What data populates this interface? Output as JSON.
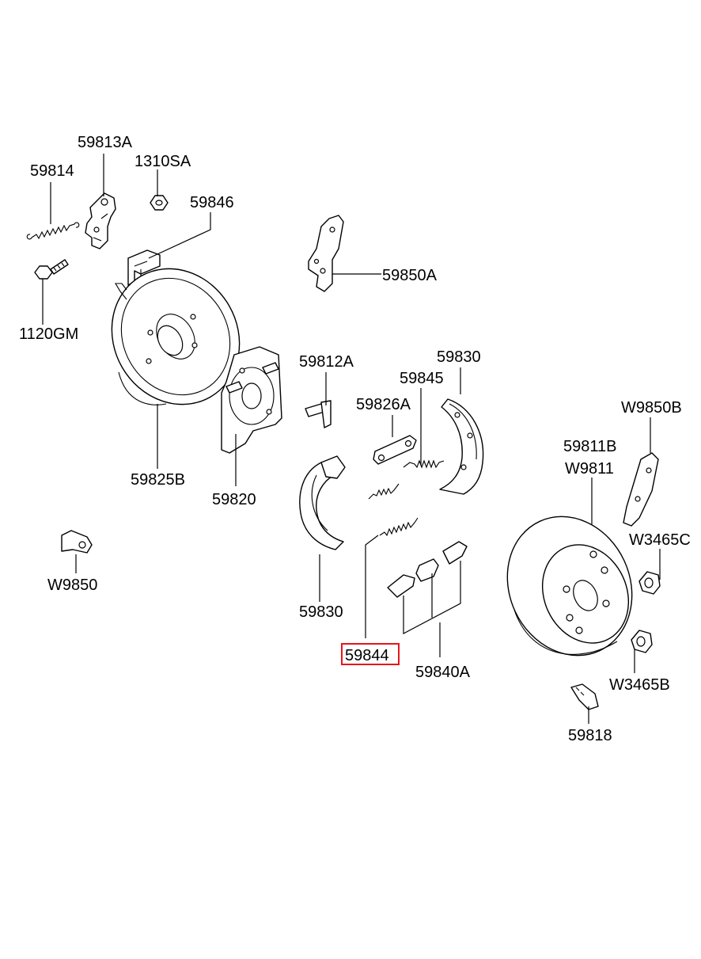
{
  "labels": {
    "p59813A": "59813A",
    "p1310SA": "1310SA",
    "p59814": "59814",
    "p59846": "59846",
    "p59850A": "59850A",
    "p1120GM": "1120GM",
    "p59812A": "59812A",
    "p59830_top": "59830",
    "p59845": "59845",
    "p59826A": "59826A",
    "pW9850B": "W9850B",
    "p59811B": "59811B",
    "pW9811": "W9811",
    "p59825B": "59825B",
    "p59820": "59820",
    "pW3465C": "W3465C",
    "pW9850": "W9850",
    "p59830_bottom": "59830",
    "p59844": "59844",
    "p59840A": "59840A",
    "pW3465B": "W3465B",
    "p59818": "59818"
  },
  "highlighted_part": "59844",
  "colors": {
    "highlight": "#e8141b",
    "line": "#000000",
    "background": "#ffffff"
  }
}
